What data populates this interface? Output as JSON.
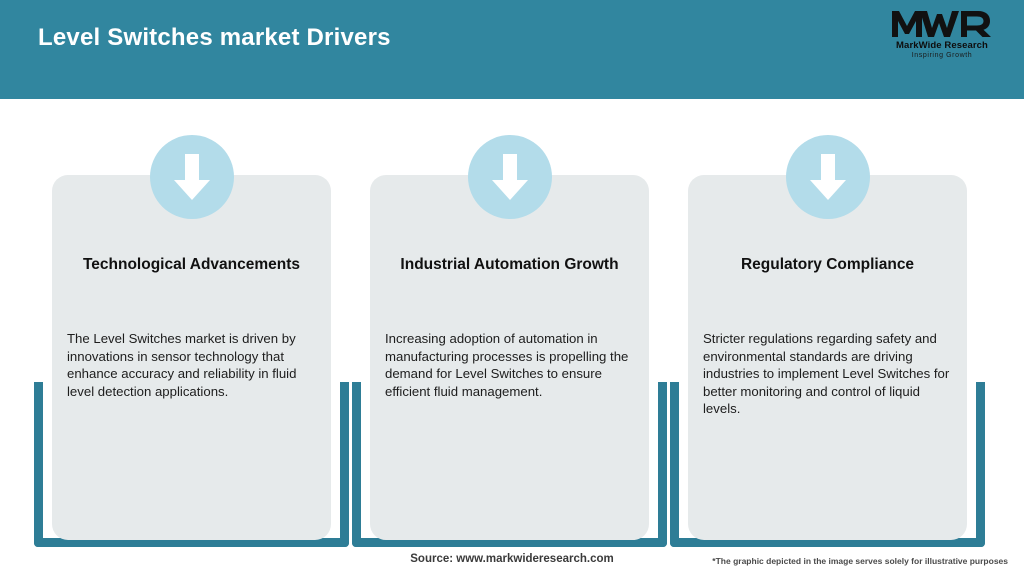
{
  "header": {
    "title": "Level Switches market Drivers",
    "bg_color": "#31869f",
    "logo": {
      "mark": "MWR",
      "name": "MarkWide Research",
      "tagline": "Inspiring Growth"
    }
  },
  "theme": {
    "teal": "#2e7d96",
    "card_bg": "#e6eaeb",
    "circle_blue": "#b3dcea",
    "arrow_white": "#ffffff"
  },
  "cards": [
    {
      "icon": "arrow-down-icon",
      "title": "Technological Advancements",
      "body": "The Level Switches market is driven by innovations in sensor technology that enhance accuracy and reliability in fluid level detection applications."
    },
    {
      "icon": "arrow-down-icon",
      "title": "Industrial Automation Growth",
      "body": "Increasing adoption of automation in manufacturing processes is propelling the demand for Level Switches to ensure efficient fluid management."
    },
    {
      "icon": "arrow-down-icon",
      "title": "Regulatory Compliance",
      "body": "Stricter regulations regarding safety and environmental standards are driving industries to implement Level Switches for better monitoring and control of liquid levels."
    }
  ],
  "footer": {
    "source": "Source: www.markwideresearch.com",
    "disclaimer": "*The graphic depicted in the image serves solely for illustrative purposes"
  }
}
